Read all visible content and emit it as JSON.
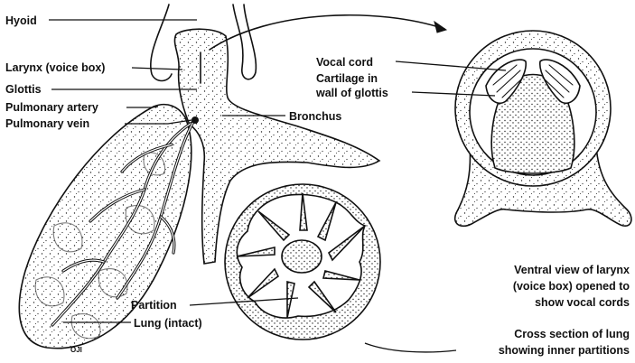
{
  "labels": {
    "hyoid": "Hyoid",
    "larynx": "Larynx (voice box)",
    "glottis": "Glottis",
    "pulmonary_artery": "Pulmonary artery",
    "pulmonary_vein": "Pulmonary vein",
    "vocal_cord": "Vocal cord",
    "cartilage_line1": "Cartilage in",
    "cartilage_line2": "wall of glottis",
    "bronchus": "Bronchus",
    "partition": "Partition",
    "lung_intact": "Lung (intact)",
    "ventral_line1": "Ventral view of larynx",
    "ventral_line2": "(voice box) opened to",
    "ventral_line3": "show vocal cords",
    "cross_line1": "Cross section of lung",
    "cross_line2": "showing inner partitions",
    "signature": "OJI"
  }
}
